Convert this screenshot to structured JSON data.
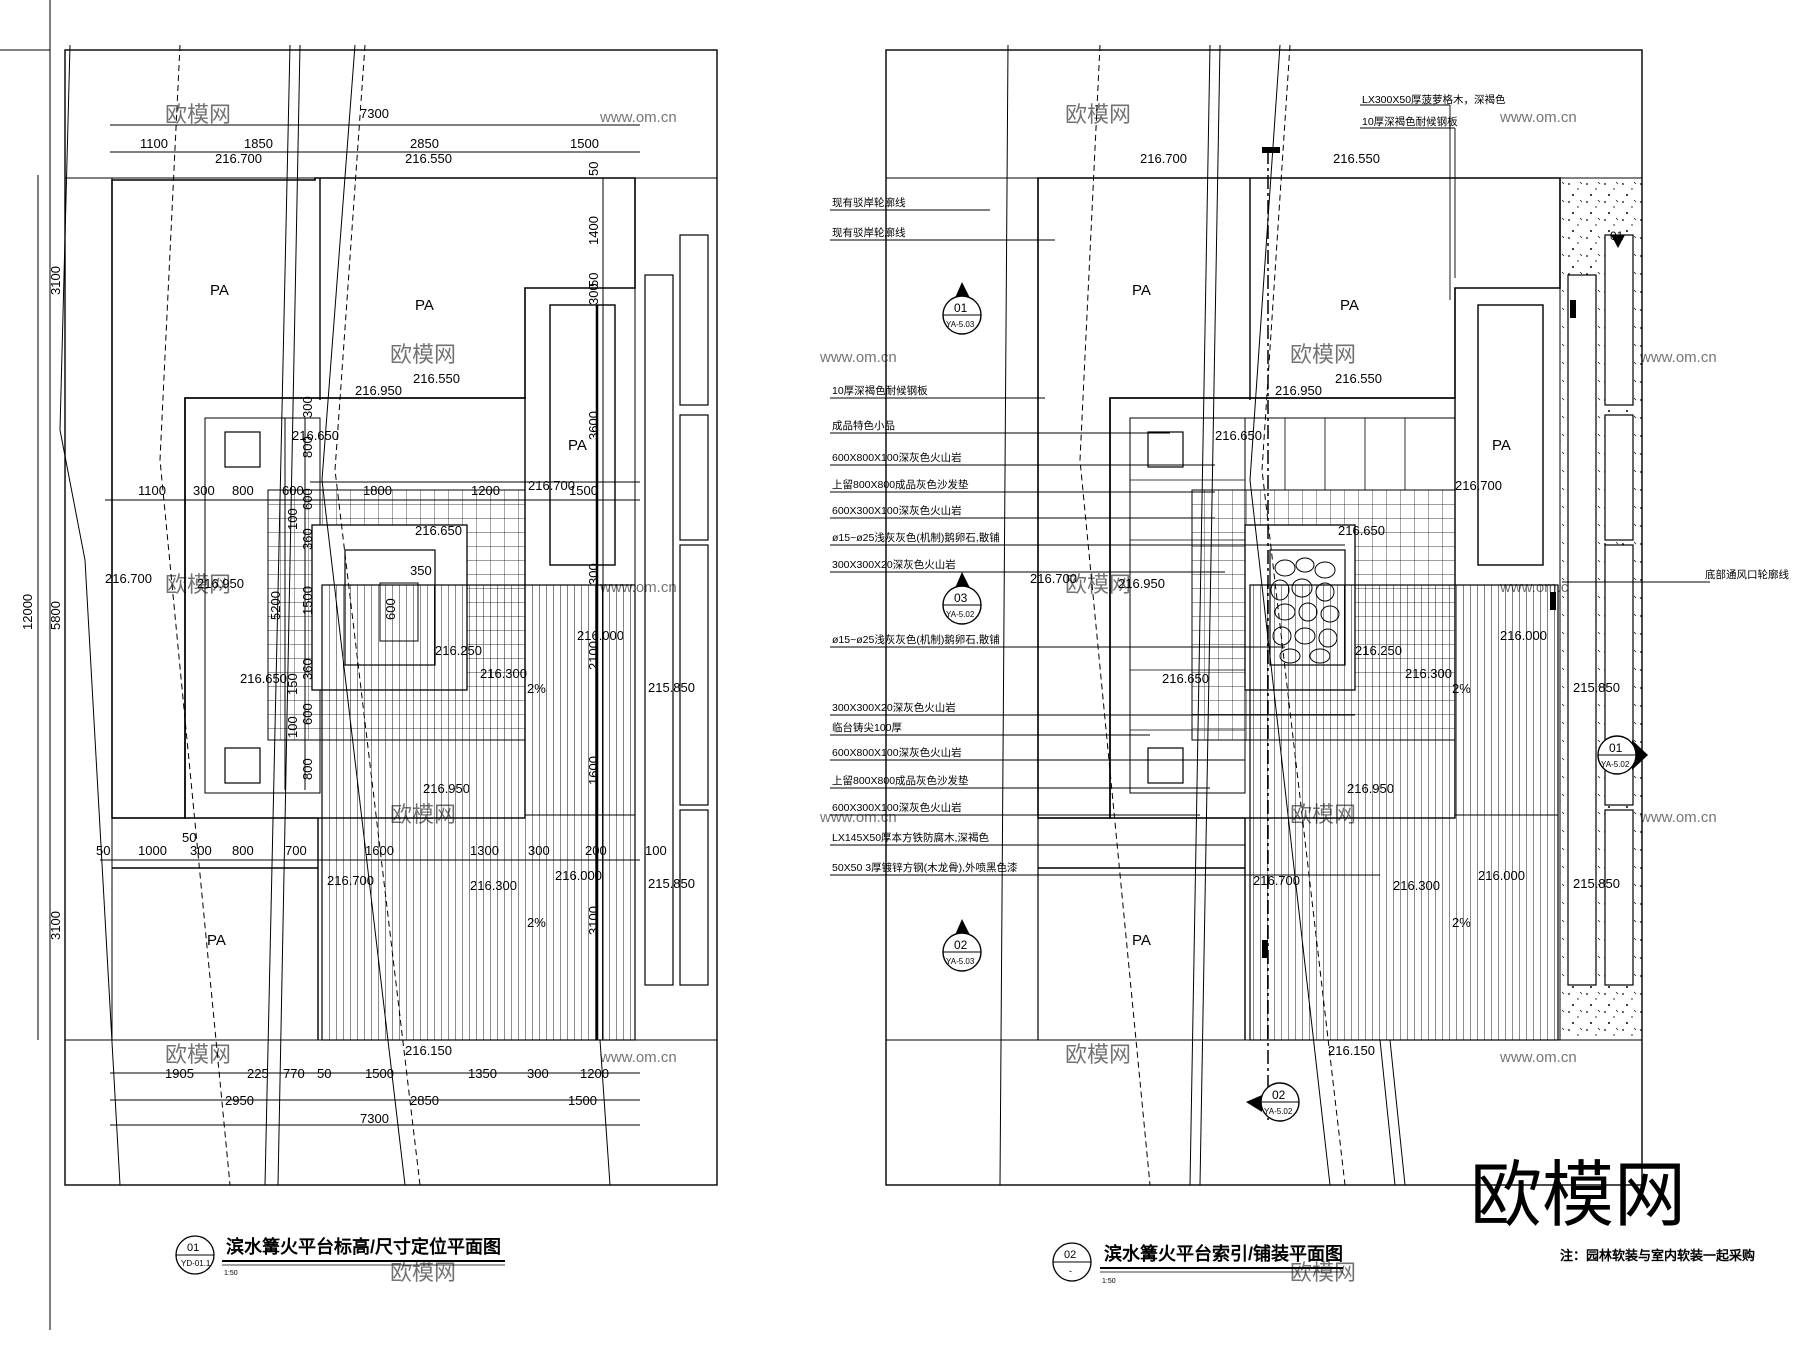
{
  "brand_logo": "欧模网",
  "watermark_text": "欧模网",
  "watermark_url": "www.om.cn",
  "note": "注：园林软装与室内软装一起采购",
  "plan1": {
    "title": "滨水篝火平台标高/尺寸定位平面图",
    "tag_no": "01",
    "tag_ref": "YD-01.1",
    "scale": "1:50",
    "top_total": "7300",
    "top_dims": [
      "1100",
      "1850",
      "2850",
      "1500"
    ],
    "mid_dims": [
      "1100",
      "300",
      "800",
      "600",
      "1800",
      "1200",
      "1500"
    ],
    "low_dims": [
      "50",
      "1000",
      "300",
      "800",
      "700",
      "1600",
      "1300",
      "300",
      "200",
      "100"
    ],
    "low_50": "50",
    "bot_dims": [
      "1905",
      "225",
      "770",
      "50",
      "1500",
      "1350",
      "300",
      "1200"
    ],
    "bot_row2": [
      "2950",
      "2850",
      "1500"
    ],
    "bot_total": "7300",
    "left_dims": [
      "12000",
      "3100",
      "5800",
      "3100"
    ],
    "right_dims": [
      "50",
      "1400",
      "50",
      "300",
      "3600",
      "300",
      "2100",
      "1600",
      "3100"
    ],
    "inner_dims": [
      "300",
      "800",
      "600",
      "100",
      "360",
      "5200",
      "1500",
      "360",
      "150",
      "600",
      "100",
      "800",
      "350",
      "600"
    ],
    "areas": [
      "PA",
      "PA",
      "PA",
      "PA"
    ],
    "levels": [
      "216.700",
      "216.550",
      "216.950",
      "216.550",
      "216.650",
      "216.700",
      "216.650",
      "216.700",
      "216.950",
      "216.250",
      "216.300",
      "216.000",
      "215.850",
      "216.650",
      "216.950",
      "216.700",
      "216.300",
      "216.000",
      "215.850",
      "216.150"
    ],
    "slope": "2%"
  },
  "plan2": {
    "title": "滨水篝火平台索引/铺装平面图",
    "tag_no": "02",
    "tag_ref": "-",
    "scale": "1:50",
    "top_callouts": [
      "LX300X50厚菠萝格木，深褐色",
      "10厚深褐色耐候钢板"
    ],
    "left_callouts": [
      "现有驳岸轮廓线",
      "现有驳岸轮廓线",
      "10厚深褐色耐候钢板",
      "成品特色小品",
      "600X800X100深灰色火山岩",
      "上留800X800成品灰色沙发垫",
      "600X300X100深灰色火山岩",
      "ø15~ø25浅灰灰色(机制)鹅卵石,散铺",
      "300X300X20深灰色火山岩",
      "ø15~ø25浅灰灰色(机制)鹅卵石,散铺",
      "300X300X20深灰色火山岩",
      "临台铸尖100厚",
      "600X800X100深灰色火山岩",
      "上留800X800成品灰色沙发垫",
      "600X300X100深灰色火山岩",
      "LX145X50厚本方铁防腐木,深褐色",
      "50X50 3厚镀锌方钢(木龙骨),外喷黑色漆"
    ],
    "right_callout": "底部通风口轮廓线",
    "sections": [
      {
        "no": "01",
        "ref": "YA-5.03"
      },
      {
        "no": "03",
        "ref": "YA-5.02"
      },
      {
        "no": "02",
        "ref": "YA-5.03"
      },
      {
        "no": "01",
        "ref": "YA-5.02"
      },
      {
        "no": "01",
        "ref": "YA-5.02"
      },
      {
        "no": "02",
        "ref": "YA-5.02"
      }
    ],
    "areas": [
      "PA",
      "PA",
      "PA",
      "PA"
    ],
    "levels": [
      "216.700",
      "216.550",
      "216.950",
      "216.550",
      "216.650",
      "216.700",
      "216.650",
      "216.700",
      "216.950",
      "216.250",
      "216.300",
      "216.000",
      "215.850",
      "216.650",
      "216.950",
      "216.700",
      "216.300",
      "216.000",
      "215.850",
      "216.150"
    ],
    "slope": "2%"
  }
}
